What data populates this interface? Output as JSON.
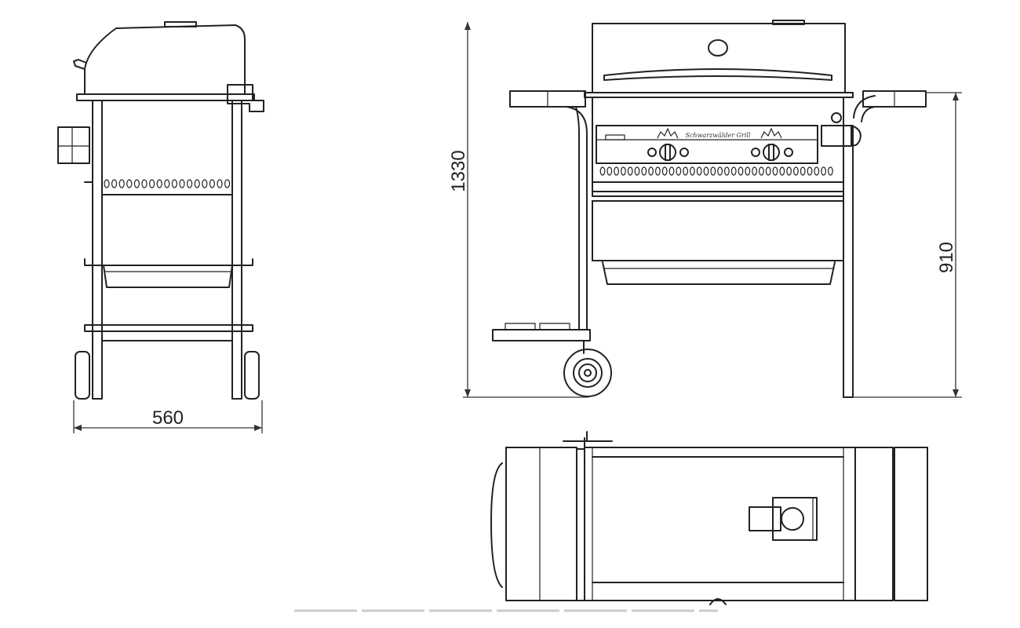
{
  "dimensions": {
    "width_label": "560",
    "height_label": "1330",
    "table_height_label": "910"
  },
  "front_panel": {
    "brand_script": "Schwarzwälder Grill"
  },
  "colors": {
    "line": "#222222",
    "background": "#ffffff"
  }
}
